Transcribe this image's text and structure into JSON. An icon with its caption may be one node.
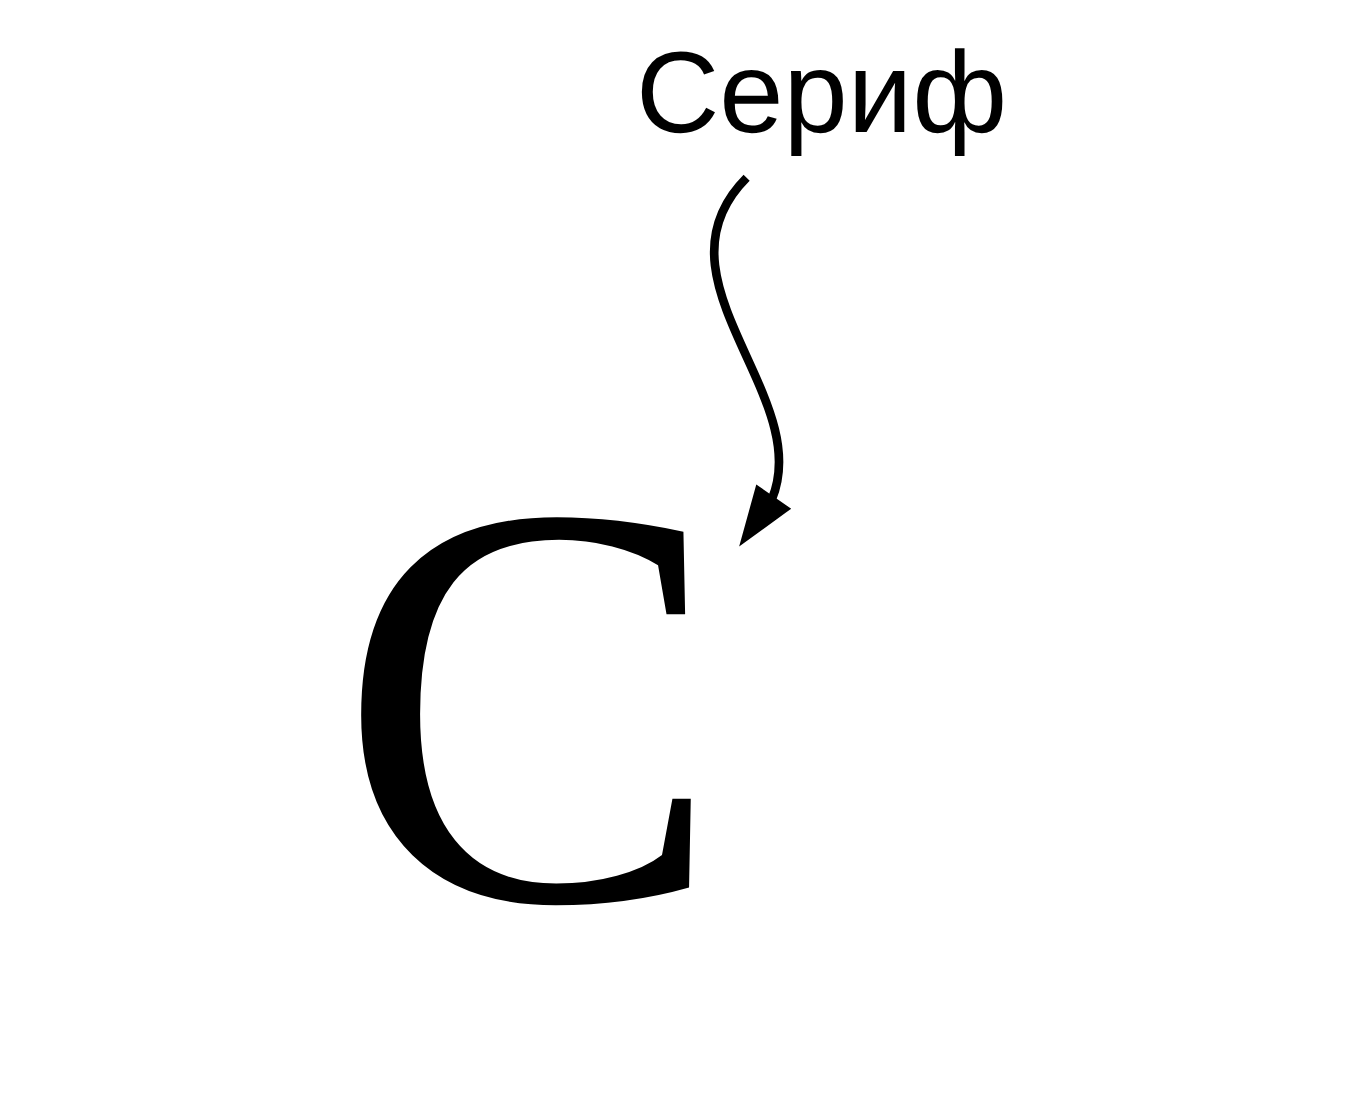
{
  "diagram": {
    "nodes": [
      {
        "text": [
          "Сериф"
        ]
      },
      {
        "text": [
          "С"
        ]
      }
    ],
    "edges": [
      {
        "from": 0,
        "to": 1,
        "arrow": "to"
      }
    ]
  }
}
